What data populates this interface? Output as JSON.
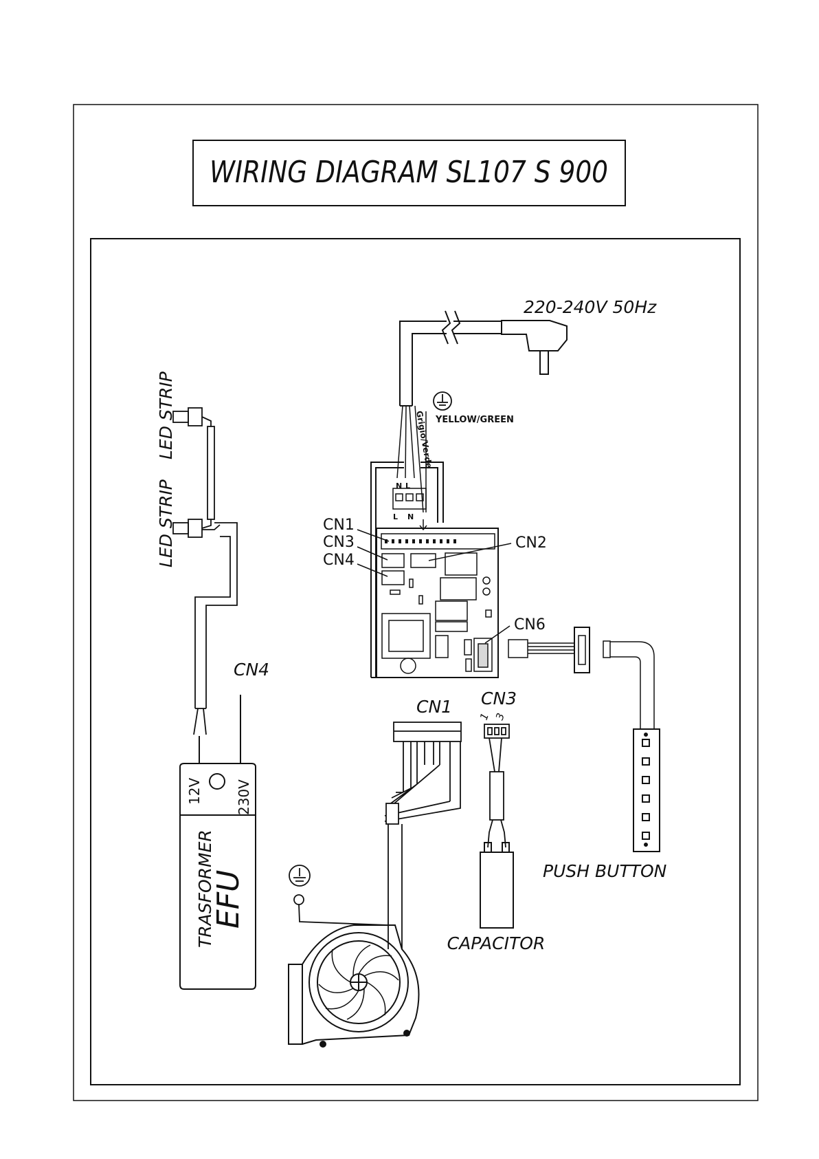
{
  "title": "WIRING DIAGRAM SL107 S 900",
  "labels": {
    "supply": "220-240V 50Hz",
    "yellow_green": "YELLOW/GREEN",
    "grigio_verde": "Grigio/Verde",
    "terminal_n_top": "N",
    "terminal_l_top": "L",
    "terminal_l_bottom": "L",
    "terminal_n_bottom": "N",
    "cn1_board": "CN1",
    "cn3_board": "CN3",
    "cn4_board": "CN4",
    "cn2": "CN2",
    "cn6": "CN6",
    "cn4_transformer": "CN4",
    "cn1_motor": "CN1",
    "cn3_capacitor": "CN3",
    "pin_1": "1",
    "pin_3": "3",
    "led_strip_1": "LED STRIP",
    "led_strip_2": "LED STRIP",
    "transformer_12v": "12V",
    "transformer_230v": "230V",
    "transformer_name": "TRASFORMER",
    "transformer_brand": "EFU",
    "push_button": "PUSH BUTTON",
    "capacitor": "CAPACITOR"
  },
  "colors": {
    "ink": "#111111",
    "paper": "#ffffff",
    "grey_fill": "#d8d8d8"
  }
}
